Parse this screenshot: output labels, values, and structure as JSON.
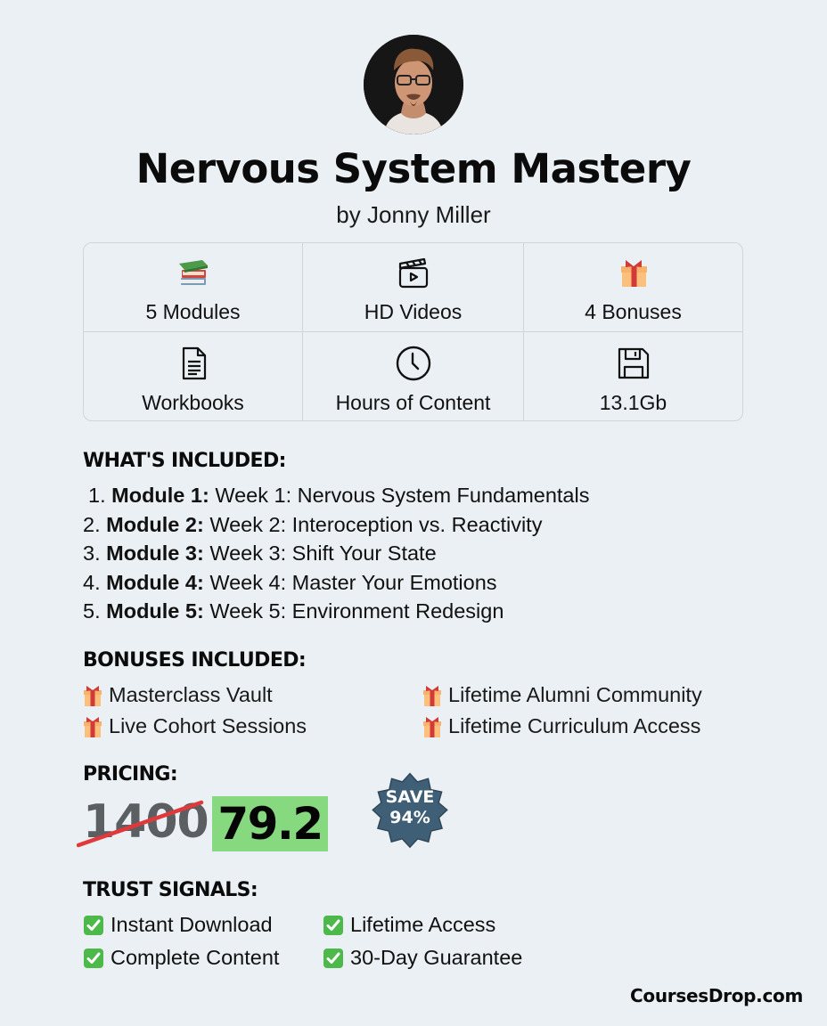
{
  "header": {
    "title": "Nervous System Mastery",
    "author": "by Jonny Miller",
    "avatar_alt": "instructor-portrait"
  },
  "stats": [
    {
      "icon": "books-icon",
      "label": "5 Modules"
    },
    {
      "icon": "video-clapper-icon",
      "label": "HD Videos"
    },
    {
      "icon": "gift-icon",
      "label": "4 Bonuses"
    },
    {
      "icon": "document-icon",
      "label": "Workbooks"
    },
    {
      "icon": "clock-icon",
      "label": "Hours of Content"
    },
    {
      "icon": "floppy-disk-icon",
      "label": "13.1Gb"
    }
  ],
  "included": {
    "heading": "WHAT'S INCLUDED:",
    "modules": [
      {
        "num": "1.",
        "name": "Module 1:",
        "desc": " Week 1: Nervous System Fundamentals"
      },
      {
        "num": "2.",
        "name": "Module 2:",
        "desc": " Week 2: Interoception vs. Reactivity"
      },
      {
        "num": "3.",
        "name": "Module 3:",
        "desc": " Week 3: Shift Your State"
      },
      {
        "num": "4.",
        "name": "Module 4:",
        "desc": " Week 4: Master Your Emotions"
      },
      {
        "num": "5.",
        "name": "Module 5:",
        "desc": " Week 5: Environment Redesign"
      }
    ]
  },
  "bonuses": {
    "heading": "BONUSES INCLUDED:",
    "items": [
      "Masterclass Vault",
      "Lifetime Alumni Community",
      "Live Cohort Sessions",
      "Lifetime Curriculum Access"
    ]
  },
  "pricing": {
    "heading": "PRICING:",
    "old_price": "1400",
    "new_price": "79.2",
    "badge_line1": "SAVE",
    "badge_line2": "94%",
    "colors": {
      "new_price_bg": "#86d97f",
      "strike": "#e0393b",
      "badge": "#3f5f77"
    }
  },
  "trust": {
    "heading": "TRUST SIGNALS:",
    "items": [
      "Instant Download",
      "Lifetime Access",
      "Complete Content",
      "30-Day Guarantee"
    ]
  },
  "footer": {
    "brand": "CoursesDrop.com"
  }
}
